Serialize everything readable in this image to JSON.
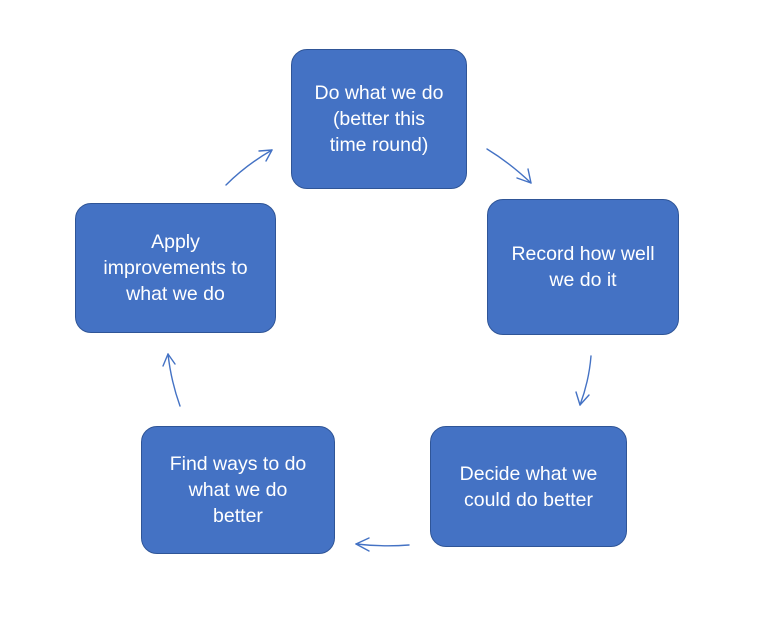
{
  "diagram": {
    "steps": [
      {
        "id": "step-do",
        "label": "Do what we do\n(better this\ntime round)"
      },
      {
        "id": "step-record",
        "label": "Record how well\nwe do it"
      },
      {
        "id": "step-decide",
        "label": "Decide what we\ncould do better"
      },
      {
        "id": "step-find",
        "label": "Find ways to do\nwhat we do\nbetter"
      },
      {
        "id": "step-apply",
        "label": "Apply\nimprovements to\nwhat we do"
      }
    ],
    "colors": {
      "box_fill": "#4472c4",
      "box_border": "#2f5597",
      "box_text": "#ffffff",
      "arrow": "#4472c4"
    }
  }
}
